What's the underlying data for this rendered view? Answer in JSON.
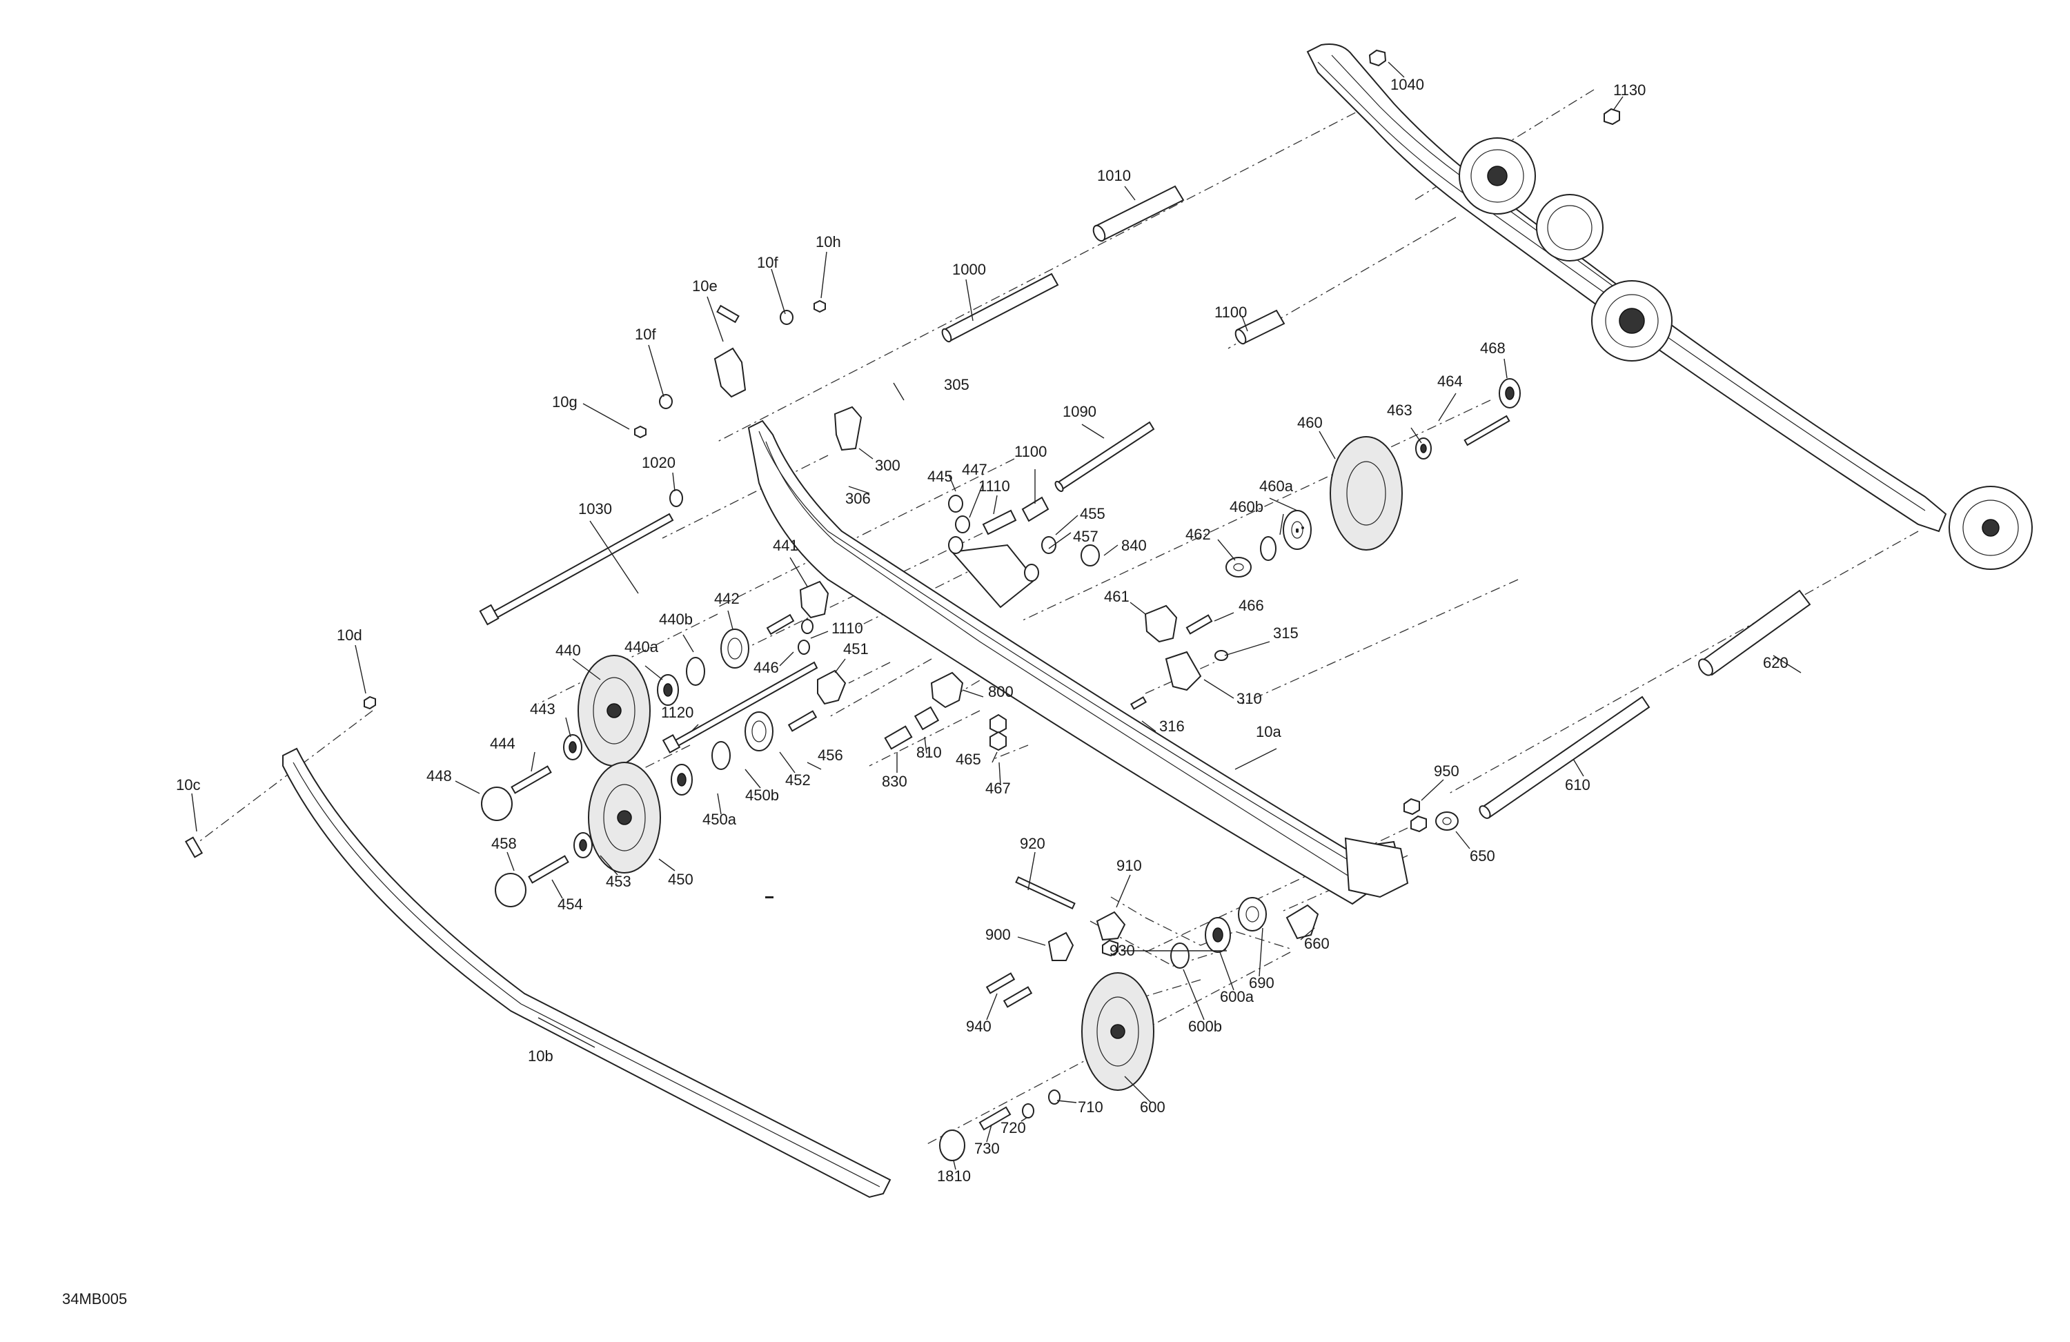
{
  "drawing_code": "34MB005",
  "callouts": [
    {
      "id": "1040",
      "text": "1040"
    },
    {
      "id": "1130",
      "text": "1130"
    },
    {
      "id": "1010",
      "text": "1010"
    },
    {
      "id": "10h",
      "text": "10h"
    },
    {
      "id": "10f_top",
      "text": "10f"
    },
    {
      "id": "10e",
      "text": "10e"
    },
    {
      "id": "1000",
      "text": "1000"
    },
    {
      "id": "10f",
      "text": "10f"
    },
    {
      "id": "10g",
      "text": "10g"
    },
    {
      "id": "1100_top",
      "text": "1100"
    },
    {
      "id": "468",
      "text": "468"
    },
    {
      "id": "305",
      "text": "305"
    },
    {
      "id": "464",
      "text": "464"
    },
    {
      "id": "463",
      "text": "463"
    },
    {
      "id": "1090",
      "text": "1090"
    },
    {
      "id": "460",
      "text": "460"
    },
    {
      "id": "1020",
      "text": "1020"
    },
    {
      "id": "300",
      "text": "300"
    },
    {
      "id": "1100",
      "text": "1100"
    },
    {
      "id": "445",
      "text": "445"
    },
    {
      "id": "447",
      "text": "447"
    },
    {
      "id": "306",
      "text": "306"
    },
    {
      "id": "1110_top",
      "text": "1110"
    },
    {
      "id": "460a",
      "text": "460a"
    },
    {
      "id": "460b",
      "text": "460b"
    },
    {
      "id": "455",
      "text": "455"
    },
    {
      "id": "1030",
      "text": "1030"
    },
    {
      "id": "457",
      "text": "457"
    },
    {
      "id": "840",
      "text": "840"
    },
    {
      "id": "462",
      "text": "462"
    },
    {
      "id": "441",
      "text": "441"
    },
    {
      "id": "461",
      "text": "461"
    },
    {
      "id": "442",
      "text": "442"
    },
    {
      "id": "466",
      "text": "466"
    },
    {
      "id": "440b",
      "text": "440b"
    },
    {
      "id": "1110",
      "text": "1110"
    },
    {
      "id": "10d",
      "text": "10d"
    },
    {
      "id": "315",
      "text": "315"
    },
    {
      "id": "440a",
      "text": "440a"
    },
    {
      "id": "451",
      "text": "451"
    },
    {
      "id": "440",
      "text": "440"
    },
    {
      "id": "446",
      "text": "446"
    },
    {
      "id": "620",
      "text": "620"
    },
    {
      "id": "1120",
      "text": "1120"
    },
    {
      "id": "800",
      "text": "800"
    },
    {
      "id": "310",
      "text": "310"
    },
    {
      "id": "443",
      "text": "443"
    },
    {
      "id": "316",
      "text": "316"
    },
    {
      "id": "10a",
      "text": "10a"
    },
    {
      "id": "456",
      "text": "456"
    },
    {
      "id": "444",
      "text": "444"
    },
    {
      "id": "810",
      "text": "810"
    },
    {
      "id": "465",
      "text": "465"
    },
    {
      "id": "452",
      "text": "452"
    },
    {
      "id": "10c",
      "text": "10c"
    },
    {
      "id": "448",
      "text": "448"
    },
    {
      "id": "830",
      "text": "830"
    },
    {
      "id": "467",
      "text": "467"
    },
    {
      "id": "950",
      "text": "950"
    },
    {
      "id": "610",
      "text": "610"
    },
    {
      "id": "450b",
      "text": "450b"
    },
    {
      "id": "450a",
      "text": "450a"
    },
    {
      "id": "650",
      "text": "650"
    },
    {
      "id": "458",
      "text": "458"
    },
    {
      "id": "920",
      "text": "920"
    },
    {
      "id": "453",
      "text": "453"
    },
    {
      "id": "910",
      "text": "910"
    },
    {
      "id": "450",
      "text": "450"
    },
    {
      "id": "454",
      "text": "454"
    },
    {
      "id": "660",
      "text": "660"
    },
    {
      "id": "900",
      "text": "900"
    },
    {
      "id": "930",
      "text": "930"
    },
    {
      "id": "690",
      "text": "690"
    },
    {
      "id": "600a",
      "text": "600a"
    },
    {
      "id": "940",
      "text": "940"
    },
    {
      "id": "600b",
      "text": "600b"
    },
    {
      "id": "10b",
      "text": "10b"
    },
    {
      "id": "710",
      "text": "710"
    },
    {
      "id": "720",
      "text": "720"
    },
    {
      "id": "600",
      "text": "600"
    },
    {
      "id": "730",
      "text": "730"
    },
    {
      "id": "1810",
      "text": "1810"
    }
  ]
}
